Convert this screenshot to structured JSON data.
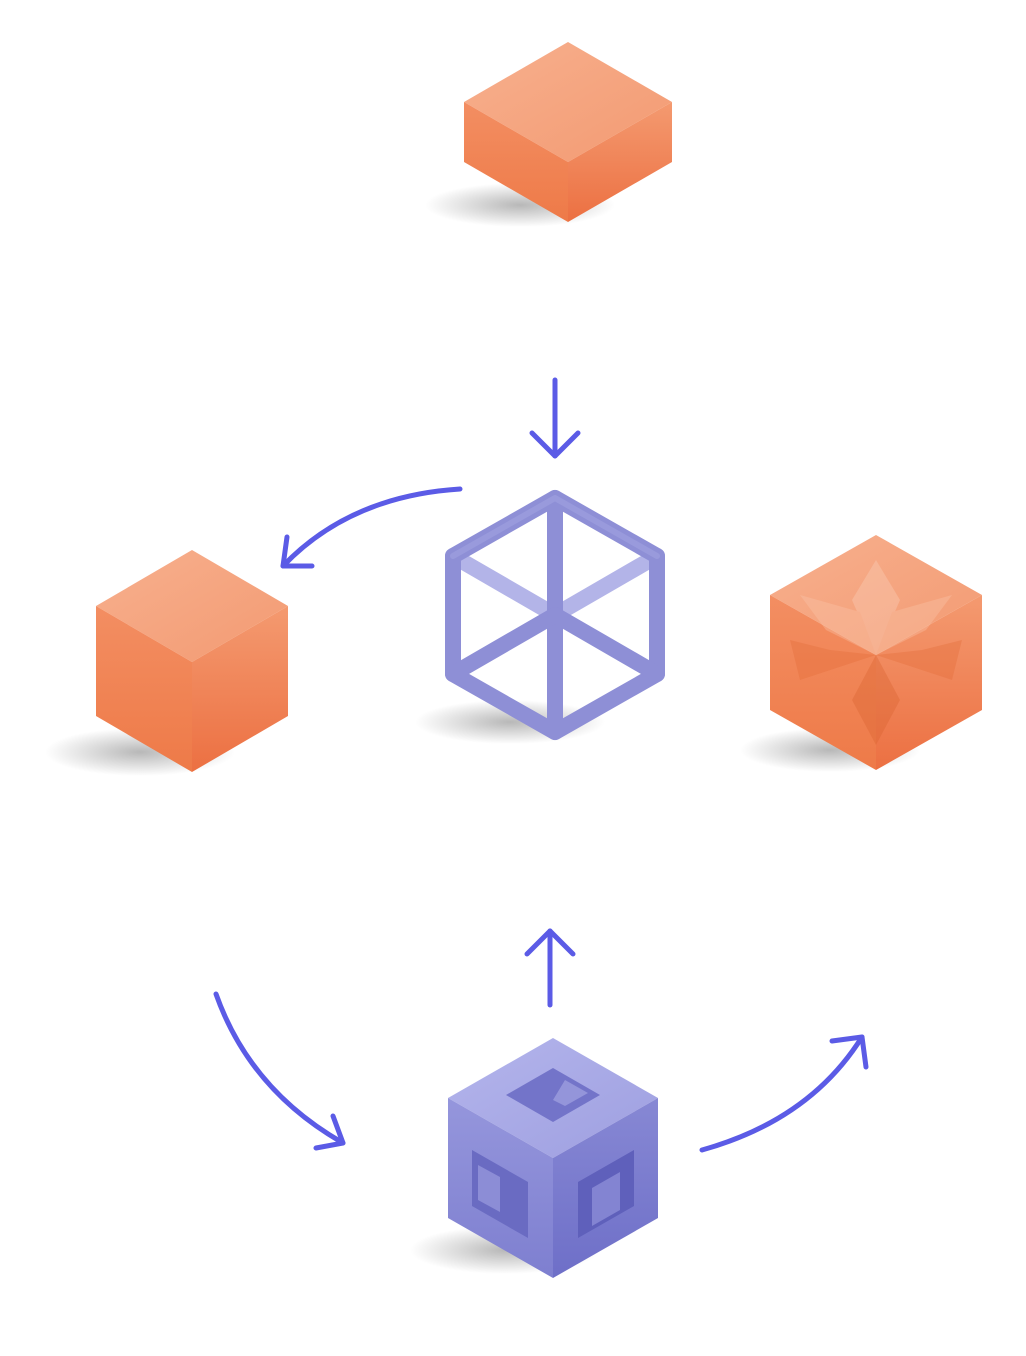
{
  "diagram": {
    "nodes": [
      {
        "id": "slab",
        "shape": "flat-block-icon",
        "color": "#F49C74"
      },
      {
        "id": "solid-cube",
        "shape": "solid-cube-icon",
        "color": "#F0804F"
      },
      {
        "id": "lattice-cube",
        "shape": "wireframe-cube-icon",
        "color": "#8E8FD6"
      },
      {
        "id": "faceted-cube",
        "shape": "faceted-cube-icon",
        "color": "#F0804F"
      },
      {
        "id": "hollow-cube",
        "shape": "hollow-cube-icon",
        "color": "#8788D3"
      }
    ],
    "edges": [
      {
        "from": "slab",
        "to": "lattice-cube"
      },
      {
        "from": "lattice-cube",
        "to": "solid-cube"
      },
      {
        "from": "solid-cube",
        "to": "hollow-cube"
      },
      {
        "from": "hollow-cube",
        "to": "lattice-cube"
      },
      {
        "from": "hollow-cube",
        "to": "faceted-cube"
      }
    ],
    "colors": {
      "arrow": "#5B5BE6",
      "orange_top": "#F6AA86",
      "orange_left": "#F08454",
      "orange_right": "#EC7446",
      "purple_top": "#A8A9E6",
      "purple_left": "#8A8BD7",
      "purple_right": "#7677CD"
    }
  }
}
